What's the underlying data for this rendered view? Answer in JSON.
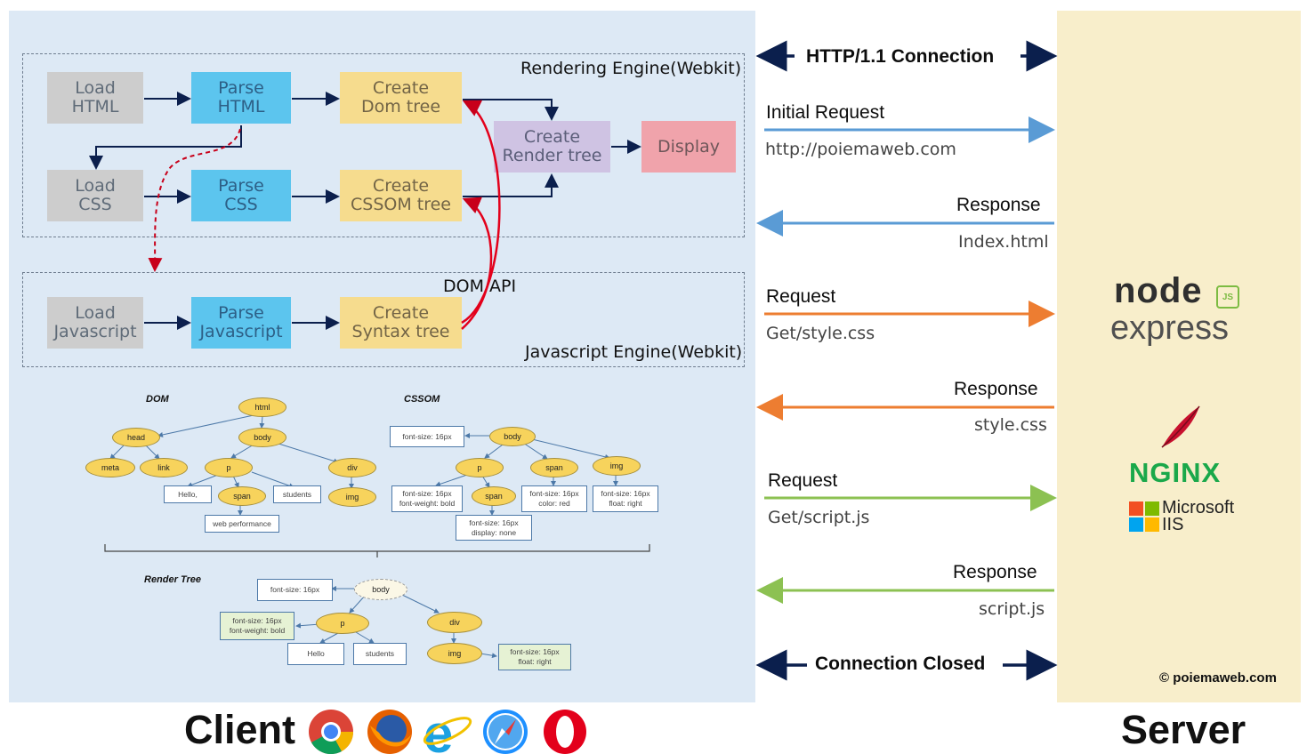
{
  "panels": {
    "client_label": "Client",
    "server_label": "Server",
    "copyright": "© poiemaweb.com"
  },
  "rendering_engine": {
    "title": "Rendering Engine(Webkit)",
    "load_html": "Load\nHTML",
    "parse_html": "Parse\nHTML",
    "create_dom": "Create\nDom tree",
    "load_css": "Load\nCSS",
    "parse_css": "Parse\nCSS",
    "create_cssom": "Create\nCSSOM tree",
    "create_render": "Create\nRender tree",
    "display": "Display"
  },
  "js_engine": {
    "title": "Javascript Engine(Webkit)",
    "dom_api": "DOM API",
    "load_js": "Load\nJavascript",
    "parse_js": "Parse\nJavascript",
    "create_syntax": "Create\nSyntax tree"
  },
  "dom_tree": {
    "title": "DOM",
    "html": "html",
    "head": "head",
    "body": "body",
    "meta": "meta",
    "link": "link",
    "p": "p",
    "div": "div",
    "hello": "Hello,",
    "span": "span",
    "students": "students",
    "img": "img",
    "web_performance": "web performance"
  },
  "cssom_tree": {
    "title": "CSSOM",
    "root_style": "font-size: 16px",
    "body": "body",
    "p": "p",
    "span1": "span",
    "img": "img",
    "p_style": "font-size: 16px\nfont-weight: bold",
    "span2": "span",
    "span1_style": "font-size: 16px\ncolor: red",
    "img_style": "font-size: 16px\nfloat: right",
    "span2_style": "font-size: 16px\ndisplay: none"
  },
  "render_tree": {
    "title": "Render Tree",
    "body_style": "font-size: 16px",
    "body": "body",
    "p_style": "font-size: 16px\nfont-weight: bold",
    "p": "p",
    "div": "div",
    "hello": "Hello",
    "students": "students",
    "img": "img",
    "img_style": "font-size: 16px\nfloat: right"
  },
  "protocol": {
    "connection": "HTTP/1.1 Connection",
    "initial_request": "Initial Request",
    "initial_url": "http://poiemaweb.com",
    "response1": "Response",
    "response1_file": "Index.html",
    "request2": "Request",
    "request2_file": "Get/style.css",
    "response2": "Response",
    "response2_file": "style.css",
    "request3": "Request",
    "request3_file": "Get/script.js",
    "response3": "Response",
    "response3_file": "script.js",
    "closed": "Connection Closed"
  },
  "server_logos": {
    "node_text": "node",
    "js_badge": "JS",
    "express_text": "express",
    "nginx_text": "NGINX",
    "iis_line1": "Microsoft",
    "iis_line2": "IIS"
  },
  "colors": {
    "blue_arrow": "#5a9bd5",
    "orange_arrow": "#ed7d31",
    "green_arrow": "#8cc152",
    "navy_arrow": "#0b1f4d",
    "red_arrow": "#e3001b"
  },
  "browser_icons": [
    "chrome-icon",
    "firefox-icon",
    "ie-icon",
    "safari-icon",
    "opera-icon"
  ]
}
